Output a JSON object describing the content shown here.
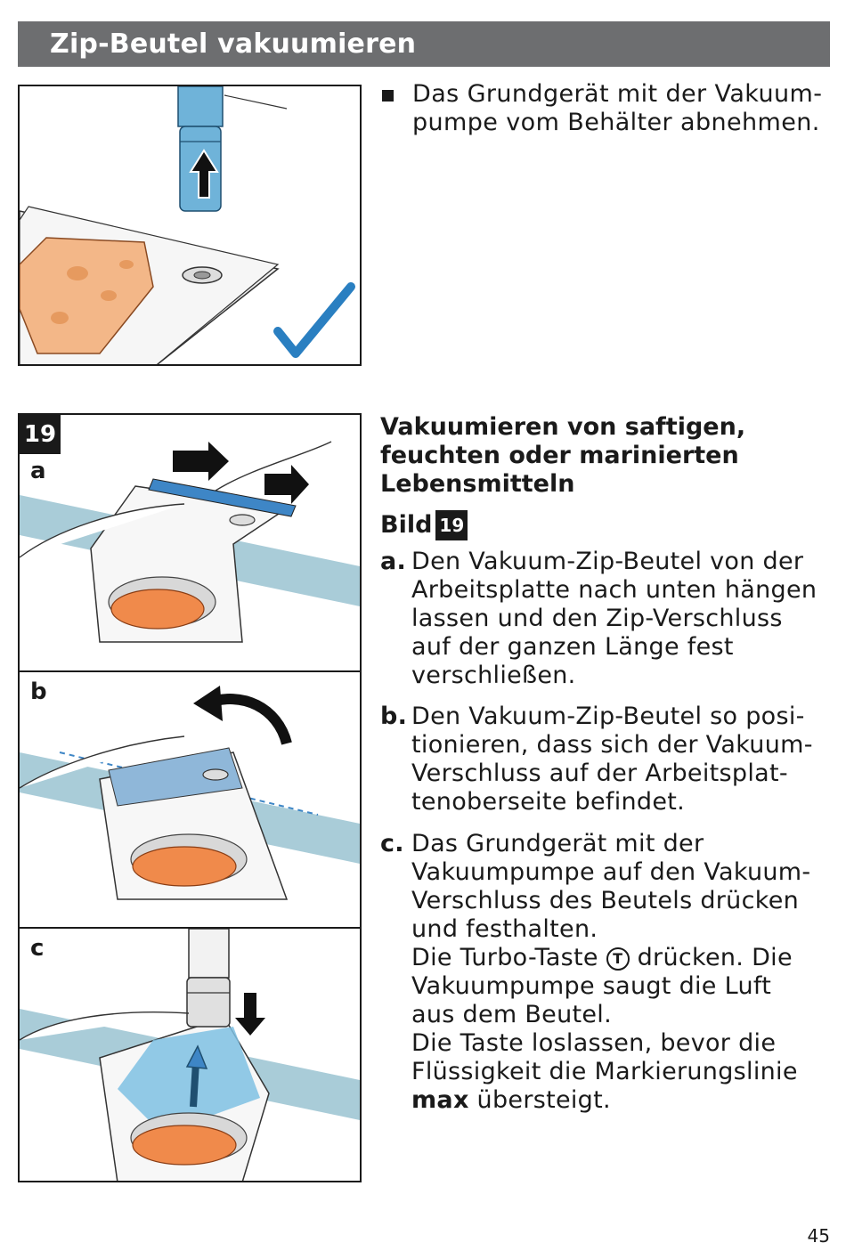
{
  "header": {
    "title": "Zip-Beutel vakuumieren"
  },
  "top_instruction": {
    "text": "Das Grundgerät mit der Vakuum-\npumpe vom Behälter abnehmen."
  },
  "section": {
    "title": "Vakuumieren von saftigen,\nfeuchten oder marinierten\nLebensmitteln",
    "figure_ref_label": "Bild",
    "figure_ref_number": "19"
  },
  "steps": [
    {
      "letter": "a.",
      "text": "Den Vakuum-Zip-Beutel von der\nArbeitsplatte nach unten hängen\nlassen und den Zip-Verschluss\nauf der ganzen Länge fest\nverschließen."
    },
    {
      "letter": "b.",
      "text": "Den Vakuum-Zip-Beutel so posi-\ntionieren, dass sich der Vakuum-\nVerschluss auf der Arbeitsplat-\ntenoberseite befindet."
    },
    {
      "letter": "c.",
      "text_1": "Das Grundgerät mit der\nVakuumpumpe auf den Vakuum-\nVerschluss des Beutels drücken\nund festhalten.\nDie Turbo-Taste ",
      "turbo_symbol": "T",
      "text_2": " drücken. Die\nVakuumpumpe saugt die Luft\naus dem Beutel.\nDie Taste loslassen, bevor die\nFlüssigkeit die Markierungslinie\n",
      "bold_word": "max",
      "text_3": " übersteigt."
    }
  ],
  "figure": {
    "number": "19",
    "panels": [
      {
        "label": "a"
      },
      {
        "label": "b"
      },
      {
        "label": "c"
      }
    ]
  },
  "page_number": "45",
  "colors": {
    "header_bg": "#6d6e70",
    "counter_blue": "#a9ccd8",
    "seal_blue": "#3e86c6",
    "check_blue": "#2a7fc1",
    "food_orange": "#f08a4b",
    "pump_blue": "#6fb3d9"
  }
}
